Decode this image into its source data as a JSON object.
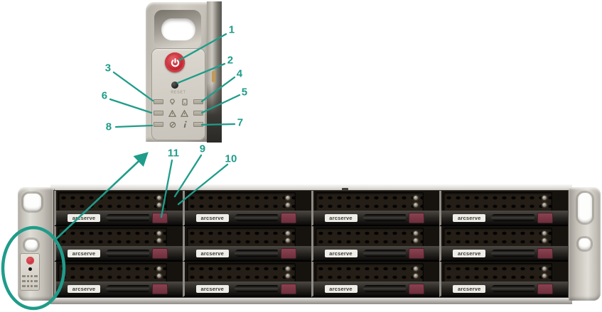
{
  "accent_color": "#1f9c8a",
  "zoom_panel": {
    "reset_label": "RESET"
  },
  "icons": {
    "power_button": "power-symbol",
    "reset_button": "recessed-push-button",
    "system_power_icon": "bulb",
    "hdd_activity_icon": "disk",
    "nic1_activity_icon": "warning-triangle",
    "nic2_activity_icon": "warning-triangle",
    "overheat_icon": "circle-slash",
    "info_icon": "italic-i",
    "drive_activity_led": "round-led",
    "drive_status_led": "round-led"
  },
  "callouts": [
    {
      "label": "1"
    },
    {
      "label": "2"
    },
    {
      "label": "3"
    },
    {
      "label": "4"
    },
    {
      "label": "5"
    },
    {
      "label": "6"
    },
    {
      "label": "7"
    },
    {
      "label": "8"
    },
    {
      "label": "9"
    },
    {
      "label": "10"
    },
    {
      "label": "11"
    }
  ],
  "chassis": {
    "drive_label": "arcserve",
    "drive_rows": 3,
    "drive_columns": 4
  }
}
